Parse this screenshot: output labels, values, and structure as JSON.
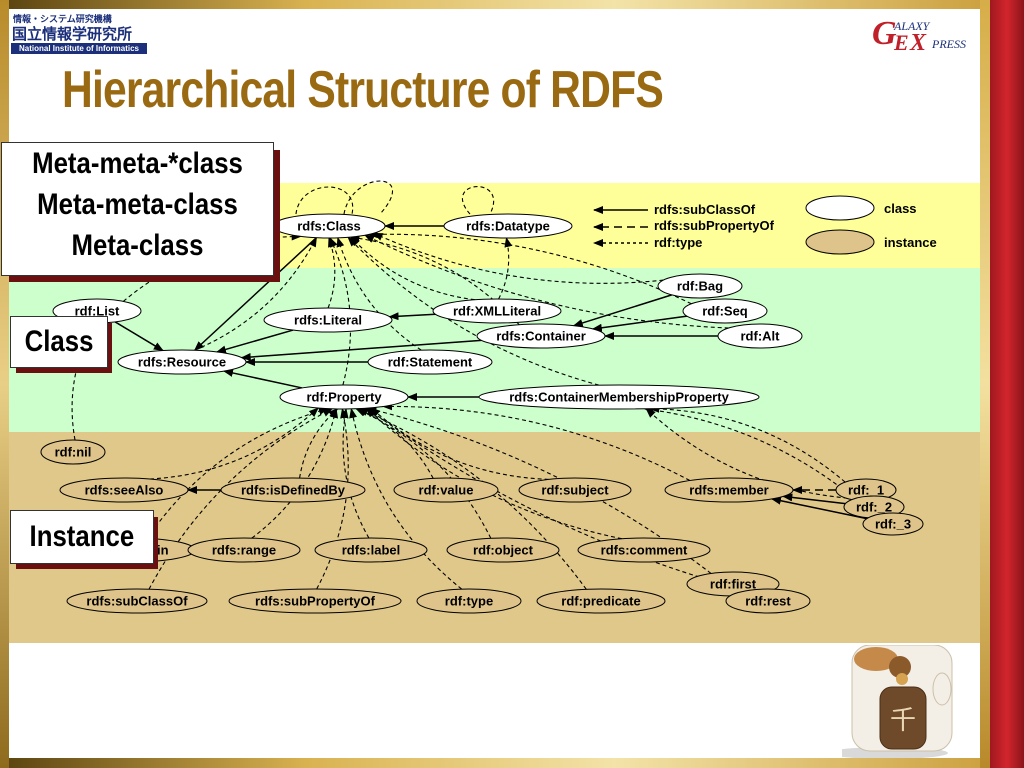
{
  "header": {
    "logo_jp_small": "情報・システム研究機構",
    "logo_jp_big": "国立情報学研究所",
    "logo_en": "National Institute of Informatics",
    "brand": [
      "G",
      "ALAXY",
      "E",
      "X",
      "PRESS"
    ],
    "title": "Hierarchical Structure of RDFS"
  },
  "callouts": {
    "meta_lines": [
      "Meta-meta-*class",
      "Meta-meta-class",
      "Meta-class"
    ],
    "class_label": "Class",
    "instance_label": "Instance"
  },
  "legend": {
    "subclass": "rdfs:subClassOf",
    "subproperty": "rdfs:subPropertyOf",
    "type": "rdf:type",
    "class": "class",
    "instance": "instance"
  },
  "colors": {
    "meta_band": "#ffff99",
    "class_band": "#ccffcc",
    "instance_band": "#e0c88a",
    "class_node": "#ffffff",
    "instance_node": "#dec48a",
    "title": "#9a6a12",
    "callout_shadow": "#6b1010"
  },
  "nodes": [
    {
      "id": "Class",
      "label": "rdfs:Class",
      "kind": "class"
    },
    {
      "id": "Datatype",
      "label": "rdfs:Datatype",
      "kind": "class"
    },
    {
      "id": "List",
      "label": "rdf:List",
      "kind": "class"
    },
    {
      "id": "Literal",
      "label": "rdfs:Literal",
      "kind": "class"
    },
    {
      "id": "XMLLiteral",
      "label": "rdf:XMLLiteral",
      "kind": "class"
    },
    {
      "id": "Bag",
      "label": "rdf:Bag",
      "kind": "class"
    },
    {
      "id": "Seq",
      "label": "rdf:Seq",
      "kind": "class"
    },
    {
      "id": "Container",
      "label": "rdfs:Container",
      "kind": "class"
    },
    {
      "id": "Alt",
      "label": "rdf:Alt",
      "kind": "class"
    },
    {
      "id": "Resource",
      "label": "rdfs:Resource",
      "kind": "class"
    },
    {
      "id": "Statement",
      "label": "rdf:Statement",
      "kind": "class"
    },
    {
      "id": "Property",
      "label": "rdf:Property",
      "kind": "class"
    },
    {
      "id": "CMP",
      "label": "rdfs:ContainerMembershipProperty",
      "kind": "class"
    },
    {
      "id": "nil",
      "label": "rdf:nil",
      "kind": "instance"
    },
    {
      "id": "seeAlso",
      "label": "rdfs:seeAlso",
      "kind": "instance"
    },
    {
      "id": "isDefinedBy",
      "label": "rdfs:isDefinedBy",
      "kind": "instance"
    },
    {
      "id": "value",
      "label": "rdf:value",
      "kind": "instance"
    },
    {
      "id": "subject",
      "label": "rdf:subject",
      "kind": "instance"
    },
    {
      "id": "member",
      "label": "rdfs:member",
      "kind": "instance"
    },
    {
      "id": "m1",
      "label": "rdf:_1",
      "kind": "instance"
    },
    {
      "id": "m2",
      "label": "rdf:_2",
      "kind": "instance"
    },
    {
      "id": "m3",
      "label": "rdf:_3",
      "kind": "instance"
    },
    {
      "id": "domain",
      "label": "rdfs:domain",
      "kind": "instance"
    },
    {
      "id": "range",
      "label": "rdfs:range",
      "kind": "instance"
    },
    {
      "id": "label",
      "label": "rdfs:label",
      "kind": "instance"
    },
    {
      "id": "object",
      "label": "rdf:object",
      "kind": "instance"
    },
    {
      "id": "comment",
      "label": "rdfs:comment",
      "kind": "instance"
    },
    {
      "id": "first",
      "label": "rdf:first",
      "kind": "instance"
    },
    {
      "id": "subClassOf",
      "label": "rdfs:subClassOf",
      "kind": "instance"
    },
    {
      "id": "subPropertyOf",
      "label": "rdfs:subPropertyOf",
      "kind": "instance"
    },
    {
      "id": "type",
      "label": "rdf:type",
      "kind": "instance"
    },
    {
      "id": "predicate",
      "label": "rdf:predicate",
      "kind": "instance"
    },
    {
      "id": "rest",
      "label": "rdf:rest",
      "kind": "instance"
    }
  ],
  "edges": [
    {
      "from": "Datatype",
      "to": "Class",
      "style": "solid"
    },
    {
      "from": "Class",
      "to": "Resource",
      "style": "solid"
    },
    {
      "from": "List",
      "to": "Resource",
      "style": "solid"
    },
    {
      "from": "Literal",
      "to": "Resource",
      "style": "solid"
    },
    {
      "from": "Statement",
      "to": "Resource",
      "style": "solid"
    },
    {
      "from": "Container",
      "to": "Resource",
      "style": "solid"
    },
    {
      "from": "Property",
      "to": "Resource",
      "style": "solid"
    },
    {
      "from": "XMLLiteral",
      "to": "Literal",
      "style": "solid"
    },
    {
      "from": "Bag",
      "to": "Container",
      "style": "solid"
    },
    {
      "from": "Seq",
      "to": "Container",
      "style": "solid"
    },
    {
      "from": "Alt",
      "to": "Container",
      "style": "solid"
    },
    {
      "from": "CMP",
      "to": "Property",
      "style": "solid"
    },
    {
      "from": "isDefinedBy",
      "to": "seeAlso",
      "style": "solid"
    },
    {
      "from": "m1",
      "to": "member",
      "style": "dashed"
    },
    {
      "from": "m2",
      "to": "member",
      "style": "solid"
    },
    {
      "from": "m3",
      "to": "member",
      "style": "solid"
    },
    {
      "from": "List",
      "to": "Class",
      "style": "dotted"
    },
    {
      "from": "Literal",
      "to": "Class",
      "style": "dotted"
    },
    {
      "from": "XMLLiteral",
      "to": "Class",
      "style": "dotted"
    },
    {
      "from": "Container",
      "to": "Class",
      "style": "dotted"
    },
    {
      "from": "Bag",
      "to": "Class",
      "style": "dotted"
    },
    {
      "from": "Seq",
      "to": "Class",
      "style": "dotted"
    },
    {
      "from": "Alt",
      "to": "Class",
      "style": "dotted"
    },
    {
      "from": "Resource",
      "to": "Class",
      "style": "dotted"
    },
    {
      "from": "Statement",
      "to": "Class",
      "style": "dotted"
    },
    {
      "from": "Property",
      "to": "Class",
      "style": "dotted"
    },
    {
      "from": "CMP",
      "to": "Class",
      "style": "dotted"
    },
    {
      "from": "XMLLiteral",
      "to": "Datatype",
      "style": "dotted"
    },
    {
      "from": "nil",
      "to": "List",
      "style": "dotted"
    },
    {
      "from": "seeAlso",
      "to": "Property",
      "style": "dotted"
    },
    {
      "from": "isDefinedBy",
      "to": "Property",
      "style": "dotted"
    },
    {
      "from": "value",
      "to": "Property",
      "style": "dotted"
    },
    {
      "from": "subject",
      "to": "Property",
      "style": "dotted"
    },
    {
      "from": "member",
      "to": "Property",
      "style": "dotted"
    },
    {
      "from": "domain",
      "to": "Property",
      "style": "dotted"
    },
    {
      "from": "range",
      "to": "Property",
      "style": "dotted"
    },
    {
      "from": "label",
      "to": "Property",
      "style": "dotted"
    },
    {
      "from": "object",
      "to": "Property",
      "style": "dotted"
    },
    {
      "from": "comment",
      "to": "Property",
      "style": "dotted"
    },
    {
      "from": "first",
      "to": "Property",
      "style": "dotted"
    },
    {
      "from": "subClassOf",
      "to": "Property",
      "style": "dotted"
    },
    {
      "from": "subPropertyOf",
      "to": "Property",
      "style": "dotted"
    },
    {
      "from": "type",
      "to": "Property",
      "style": "dotted"
    },
    {
      "from": "predicate",
      "to": "Property",
      "style": "dotted"
    },
    {
      "from": "rest",
      "to": "Property",
      "style": "dotted"
    },
    {
      "from": "m1",
      "to": "CMP",
      "style": "dotted"
    },
    {
      "from": "m2",
      "to": "CMP",
      "style": "dotted"
    },
    {
      "from": "m3",
      "to": "CMP",
      "style": "dotted"
    }
  ]
}
